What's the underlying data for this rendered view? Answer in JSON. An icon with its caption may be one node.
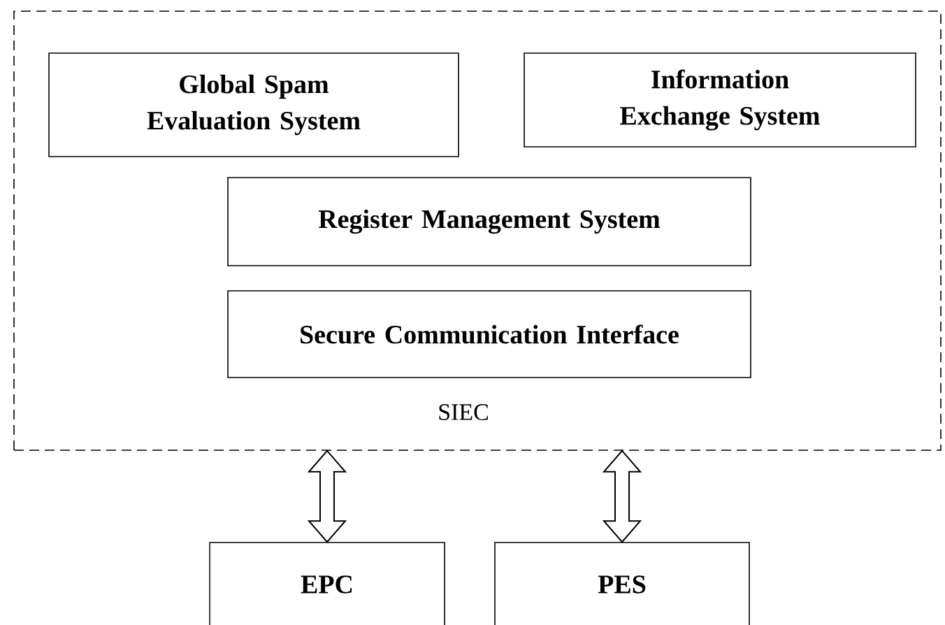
{
  "diagram": {
    "nodes": [
      {
        "text": [
          "SIEC"
        ]
      },
      {
        "text": [
          "Global Spam Evaluation System"
        ],
        "in": 0
      },
      {
        "text": [
          "Information Exchange System"
        ],
        "in": 0
      },
      {
        "text": [
          "Register Management System"
        ],
        "in": 0
      },
      {
        "text": [
          "Secure Communication Interface"
        ],
        "in": 0
      },
      {
        "text": [
          "EPC"
        ]
      },
      {
        "text": [
          "PES"
        ]
      }
    ],
    "edges": [
      {
        "from": 0,
        "to": 5,
        "arrow": "both"
      },
      {
        "from": 0,
        "to": 6,
        "arrow": "both"
      }
    ]
  }
}
